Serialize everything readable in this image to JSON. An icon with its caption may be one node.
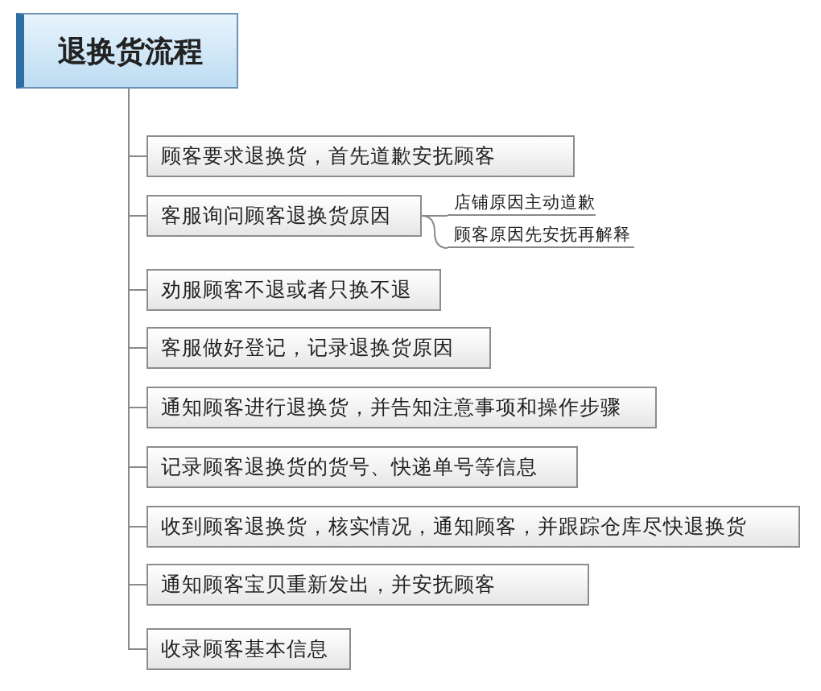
{
  "diagram": {
    "nodes": [
      {
        "text": [
          "退换货流程"
        ]
      },
      {
        "text": [
          "顾客要求退换货，首先道歉安抚顾客"
        ]
      },
      {
        "text": [
          "客服询问顾客退换货原因"
        ]
      },
      {
        "text": [
          "劝服顾客不退或者只换不退"
        ]
      },
      {
        "text": [
          "客服做好登记，记录退换货原因"
        ]
      },
      {
        "text": [
          "通知顾客进行退换货，并告知注意事项和操作步骤"
        ]
      },
      {
        "text": [
          "记录顾客退换货的货号、快递单号等信息"
        ]
      },
      {
        "text": [
          "收到顾客退换货，核实情况，通知顾客，并跟踪仓库尽快退换货"
        ]
      },
      {
        "text": [
          "通知顾客宝贝重新发出，并安抚顾客"
        ]
      },
      {
        "text": [
          "收录顾客基本信息"
        ]
      },
      {
        "text": [
          "店铺原因主动道歉"
        ]
      },
      {
        "text": [
          "顾客原因先安抚再解释"
        ]
      }
    ],
    "edges": [
      {
        "from": 0,
        "to": 1,
        "arrow": "none"
      },
      {
        "from": 0,
        "to": 2,
        "arrow": "none"
      },
      {
        "from": 0,
        "to": 3,
        "arrow": "none"
      },
      {
        "from": 0,
        "to": 4,
        "arrow": "none"
      },
      {
        "from": 0,
        "to": 5,
        "arrow": "none"
      },
      {
        "from": 0,
        "to": 6,
        "arrow": "none"
      },
      {
        "from": 0,
        "to": 7,
        "arrow": "none"
      },
      {
        "from": 0,
        "to": 8,
        "arrow": "none"
      },
      {
        "from": 0,
        "to": 9,
        "arrow": "none"
      },
      {
        "from": 2,
        "to": 10,
        "arrow": "none"
      },
      {
        "from": 2,
        "to": 11,
        "arrow": "none"
      }
    ]
  }
}
